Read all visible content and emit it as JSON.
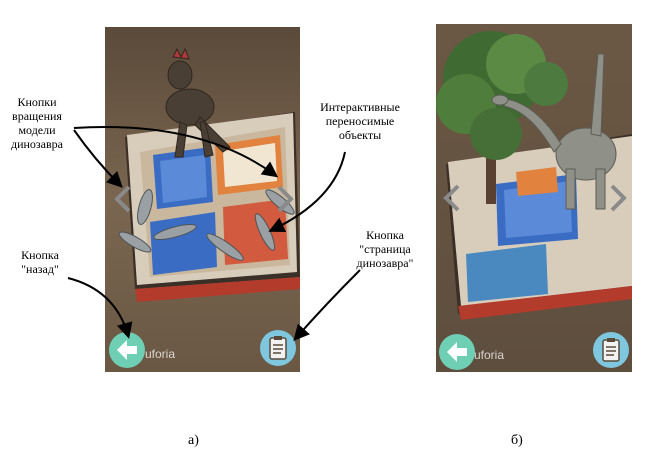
{
  "panel_a": {
    "annotations": {
      "rotation_buttons": "Кнопки вращения модели динозавра",
      "interactive_objects": "Интерактивные переносимые объекты",
      "back_button": "Кнопка \"назад\"",
      "dino_page_button": "Кнопка \"страница динозавра\""
    },
    "watermark": "uforia",
    "caption": "а)"
  },
  "panel_b": {
    "watermark": "uforia",
    "caption": "б)"
  },
  "icons": {
    "back": "arrow-left-icon",
    "page": "clipboard-icon",
    "rotate_left": "chevron-left-icon",
    "rotate_right": "chevron-right-icon"
  },
  "colors": {
    "back_button": "#6fcfb5",
    "page_button": "#7ec7de",
    "book_blue": "#3b6cc4",
    "book_orange": "#e2823f"
  }
}
